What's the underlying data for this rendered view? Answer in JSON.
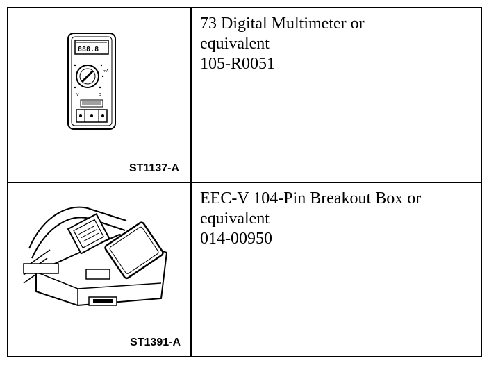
{
  "rows": [
    {
      "figure_code": "ST1137-A",
      "illustration": "digital-multimeter-icon",
      "lines": [
        "73 Digital Multimeter or",
        "equivalent",
        "105-R0051"
      ]
    },
    {
      "figure_code": "ST1391-A",
      "illustration": "breakout-box-icon",
      "lines": [
        "EEC-V 104-Pin Breakout Box or",
        "equivalent",
        "014-00950"
      ]
    }
  ]
}
